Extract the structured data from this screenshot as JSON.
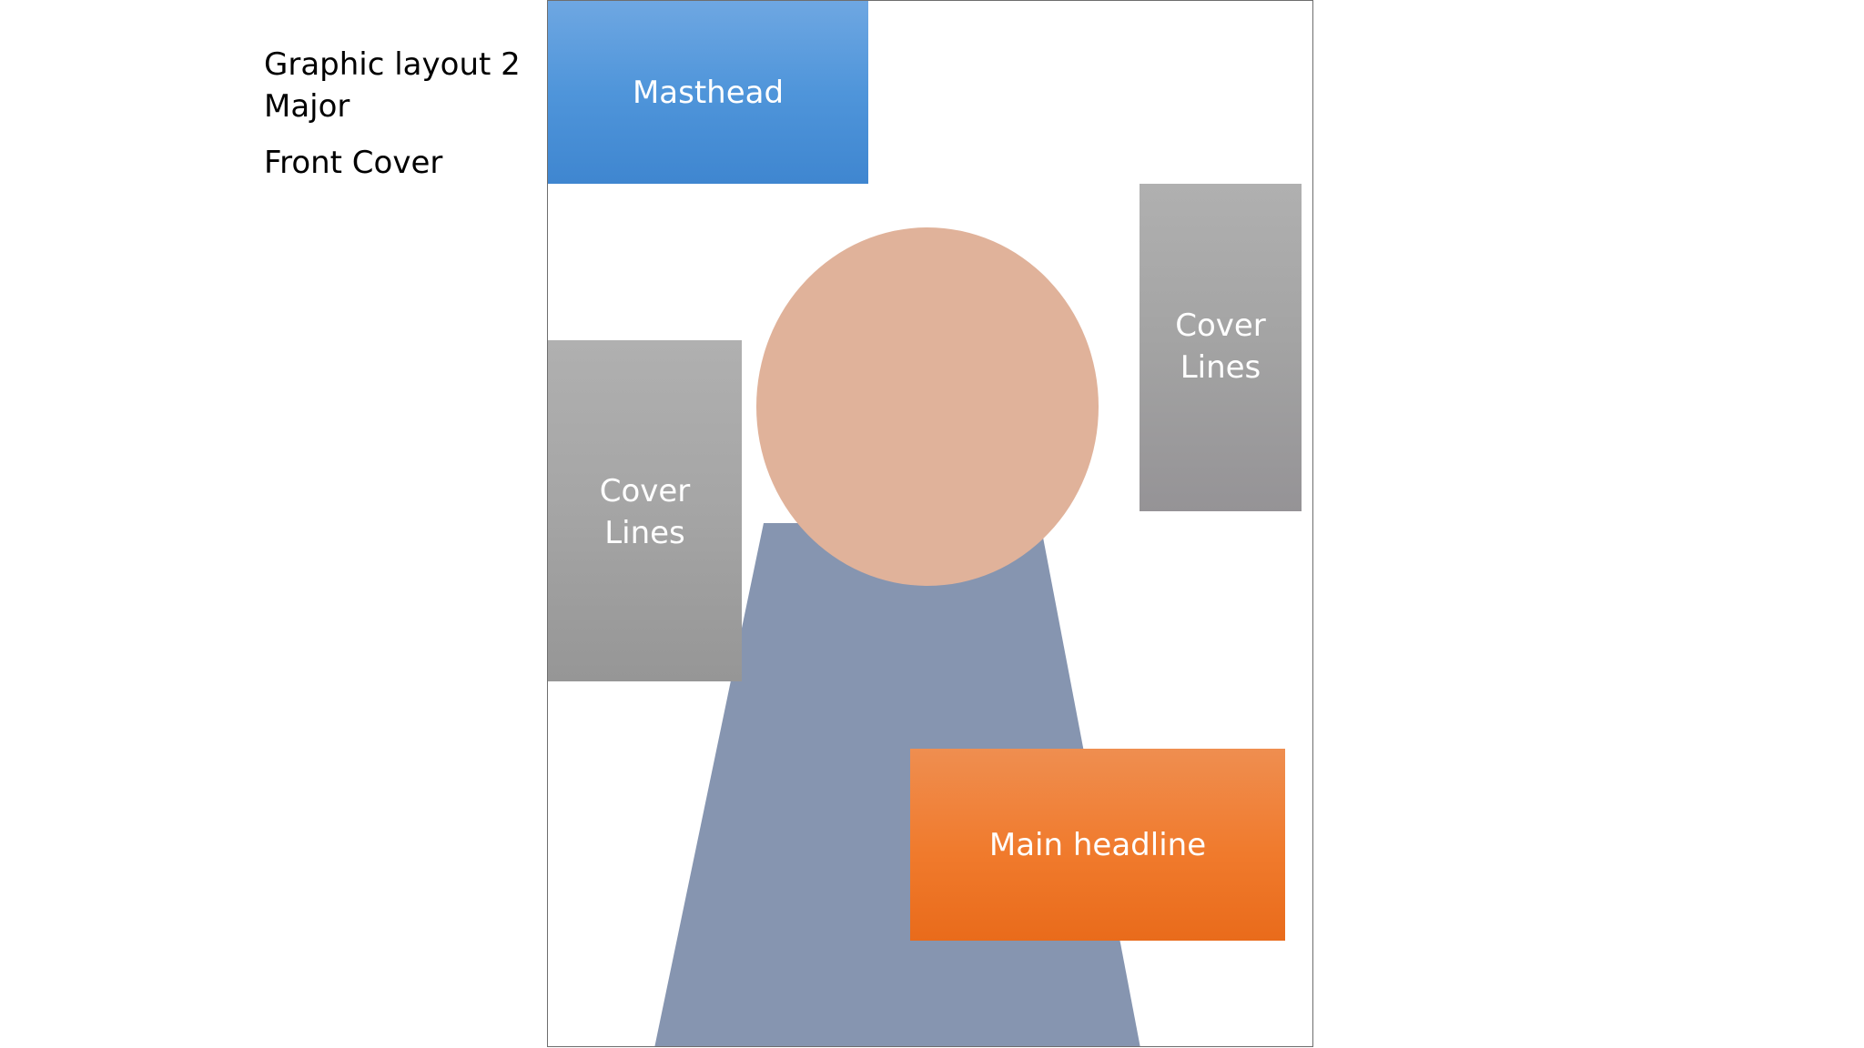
{
  "title": {
    "line1": "Graphic layout 2",
    "line2": "Major",
    "line3": "Front Cover"
  },
  "layout": {
    "masthead": "Masthead",
    "cover_lines_right": {
      "line1": "Cover",
      "line2": "Lines"
    },
    "cover_lines_left": {
      "line1": "Cover",
      "line2": "Lines"
    },
    "main_headline": "Main headline"
  },
  "colors": {
    "masthead": "#4f95da",
    "cover_lines": "#a3a3a3",
    "head": "#e0b29a",
    "body": "#8695b0",
    "main_headline": "#f07a2c",
    "frame_border": "#6e6e6e"
  }
}
